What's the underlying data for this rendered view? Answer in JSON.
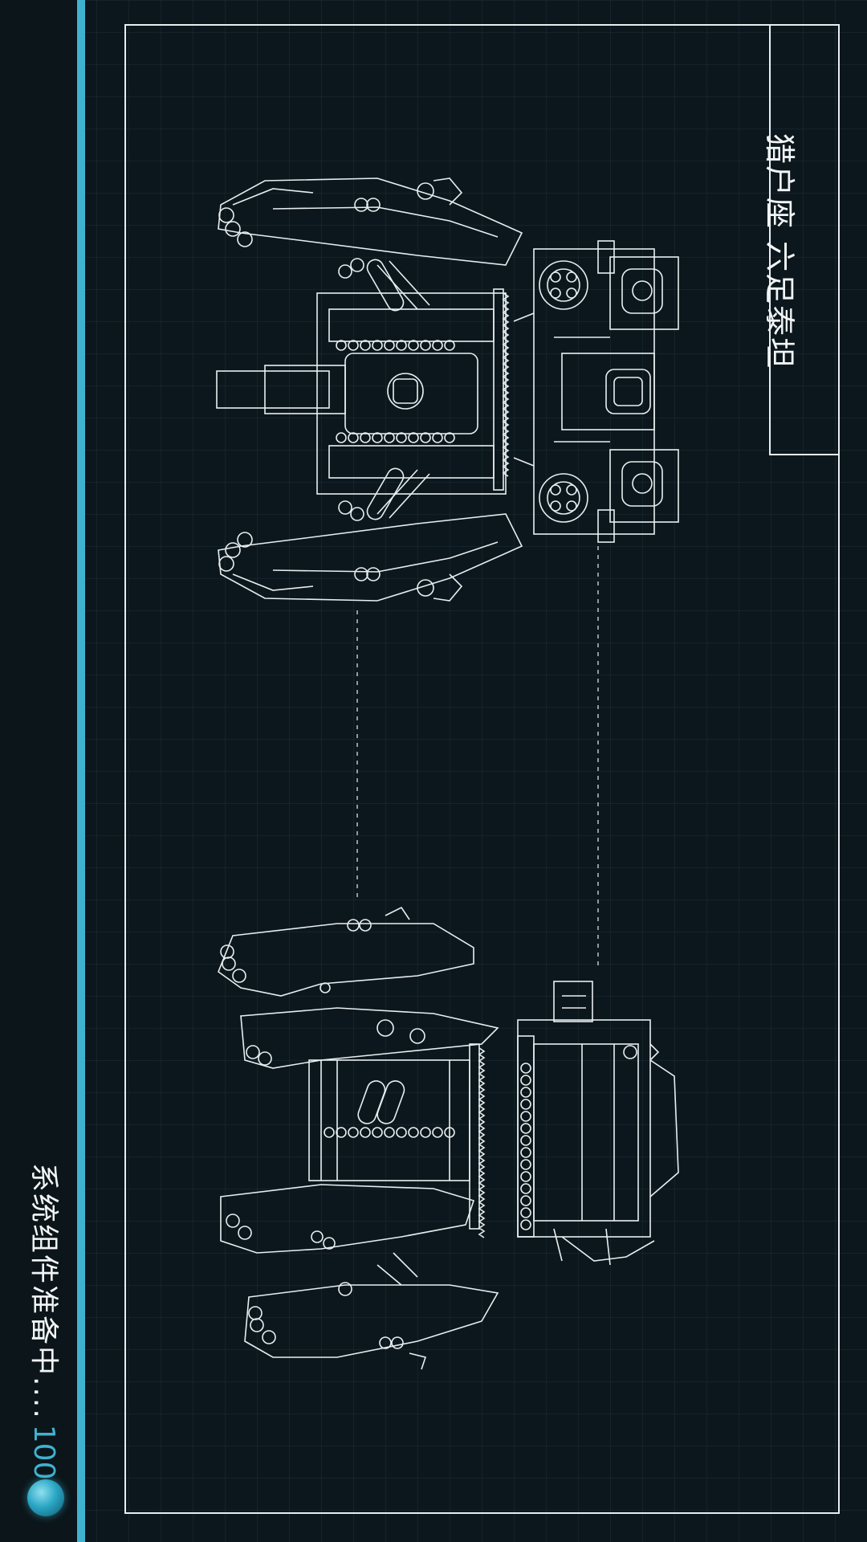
{
  "title": "猎户座 六足泰坦",
  "status": {
    "message": "系统组件准备中....",
    "percent": "100%",
    "progress": 1.0
  },
  "colors": {
    "background": "#0c171d",
    "accent": "#3fb2cf",
    "line": "#e8eef0"
  },
  "icons": {
    "loading": "orb-icon"
  }
}
